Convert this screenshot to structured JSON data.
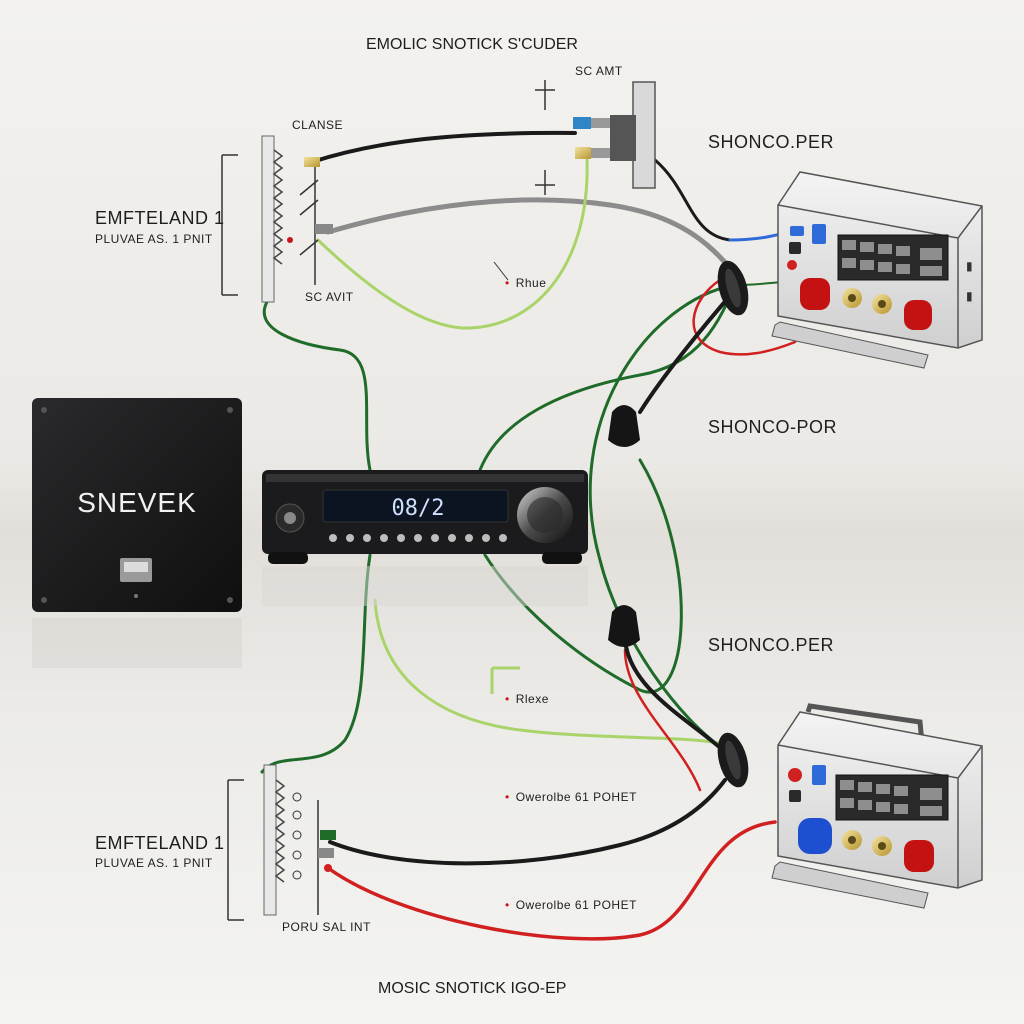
{
  "labels": {
    "title_top": "EMOLIC SNOTICK S'CUDER",
    "sc_amt_top": "SC AMT",
    "clanse": "CLANSE",
    "sc_avit": "SC AVIT",
    "rhue": "Rhue",
    "emfteland_top": "EMFTELAND 1",
    "pluvae_top": "PLUVAE AS. 1 PNIT",
    "shonco_per_top": "SHONCO.PER",
    "shonco_por_mid": "SHONCO-POR",
    "shonco_per_low": "SHONCO.PER",
    "rlexe": "Rlexe",
    "overolbe_1": "Owerolbe 61 POHET",
    "overolbe_2": "Owerolbe 61 POHET",
    "emfteland_bottom": "EMFTELAND 1",
    "pluvae_bottom": "PLUVAE AS. 1 PNIT",
    "poru_sal_int": "PORU SAL INT",
    "title_bottom": "MOSIC SNOTICK IGO-EP",
    "subwoofer_brand": "SNEVEK",
    "receiver_display": "08/2"
  },
  "colors": {
    "wire_green": "#1f6b2a",
    "wire_light_green": "#a9d46a",
    "wire_black": "#1a1a1a",
    "wire_red": "#d0201f",
    "wire_blue": "#2f6bd8",
    "wire_gray": "#8c8c8c",
    "device_dark": "#1b1b1d",
    "panel_gray": "#e3e3e3"
  }
}
